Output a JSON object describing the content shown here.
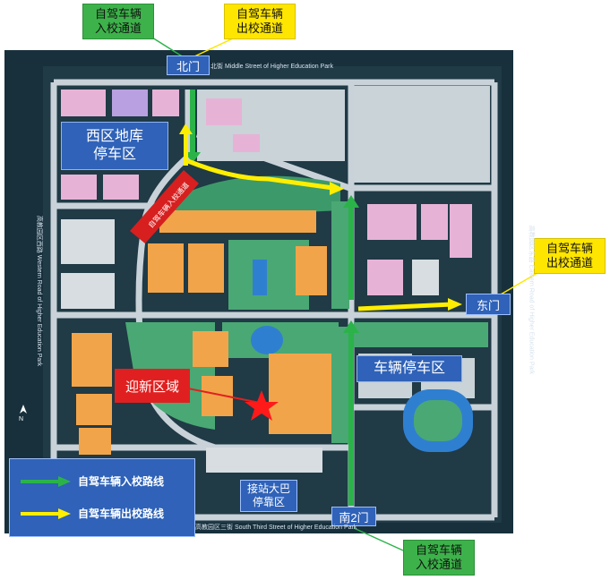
{
  "callouts": {
    "north_entry": "自驾车辆\n入校通道",
    "north_exit": "自驾车辆\n出校通道",
    "east_exit": "自驾车辆\n出校通道",
    "south_entry": "自驾车辆\n入校通道"
  },
  "gates": {
    "north": "北门",
    "east": "东门",
    "south2": "南2门"
  },
  "zones": {
    "west_garage": "西区地库\n停车区",
    "vehicle_parking": "车辆停车区",
    "bus_parking": "接站大巴\n停靠区",
    "welcome": "迎新区域",
    "diagonal_road": "自驾车辆入校通道"
  },
  "roads": {
    "north_road": "北街 Middle Street of Higher Education Park",
    "south_road": "高教园区三街 South Third Street of Higher Education Park",
    "west_road": "高教园区西路 Western Road of Higher Education Park",
    "east_road": "高教园区东路 Eastern Road of Higher Education Park"
  },
  "legend": {
    "entry_route": "自驾车辆入校路线",
    "exit_route": "自驾车辆出校路线"
  },
  "colors": {
    "map_bg": "#17303c",
    "road": "#c7d0d6",
    "entry_arrow": "#2bb34a",
    "exit_arrow": "#ffee00",
    "label_blue": "#2f62b8",
    "welcome_red": "#e02020"
  }
}
